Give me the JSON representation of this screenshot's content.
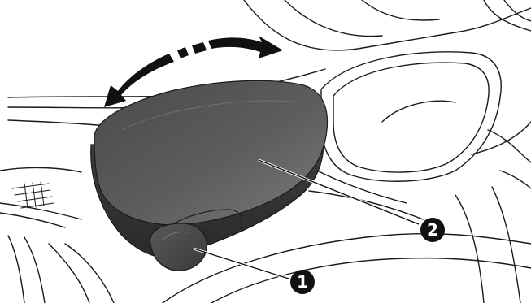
{
  "callouts": [
    {
      "label": "1",
      "target": "armrest-latch-button"
    },
    {
      "label": "2",
      "target": "armrest-lid"
    }
  ],
  "motion_indicator": "tilt-arrow-icon",
  "colors": {
    "lid_dark": "#3a3a3a",
    "lid_light": "#6e6e6e",
    "outline": "#1a1a1a",
    "callout": "#111111"
  }
}
